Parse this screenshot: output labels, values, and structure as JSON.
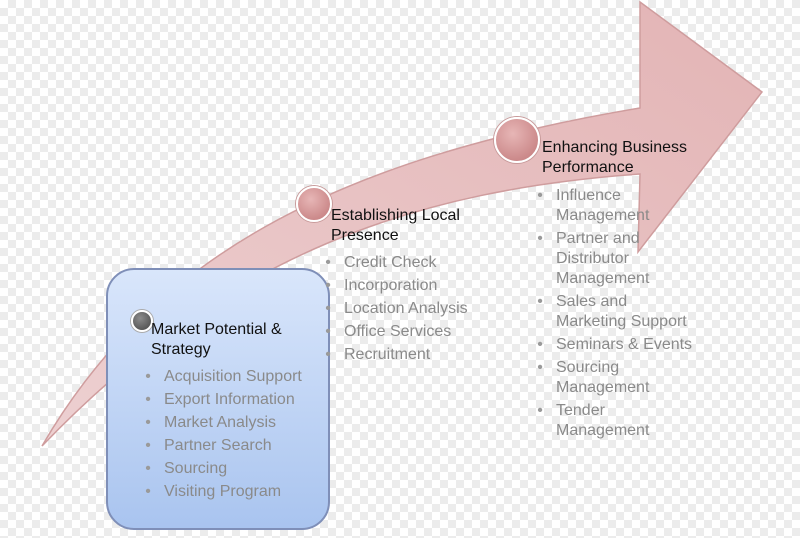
{
  "colors": {
    "arrow_fill": "#e8c1c2",
    "arrow_stroke": "#cf9d9e",
    "node_fill": "#cc8a8b",
    "box_fill_top": "#d9e6fb",
    "box_fill_bottom": "#a9c4ef",
    "title_text": "#111111",
    "item_text": "#8a8a8a"
  },
  "stages": [
    {
      "title": "Market Potential &\nStrategy",
      "items": [
        "Acquisition Support",
        "Export Information",
        "Market Analysis",
        "Partner Search",
        "Sourcing",
        "Visiting Program"
      ]
    },
    {
      "title": "Establishing Local\nPresence",
      "items": [
        "Credit Check",
        "Incorporation",
        "Location Analysis",
        "Office Services",
        "Recruitment"
      ]
    },
    {
      "title": "Enhancing Business\nPerformance",
      "items": [
        "Influence\nManagement",
        "Partner and\nDistributor\nManagement",
        "Sales and\nMarketing Support",
        "Seminars & Events",
        "Sourcing\nManagement",
        "Tender\nManagement"
      ]
    }
  ],
  "bullet_glyph": "•"
}
